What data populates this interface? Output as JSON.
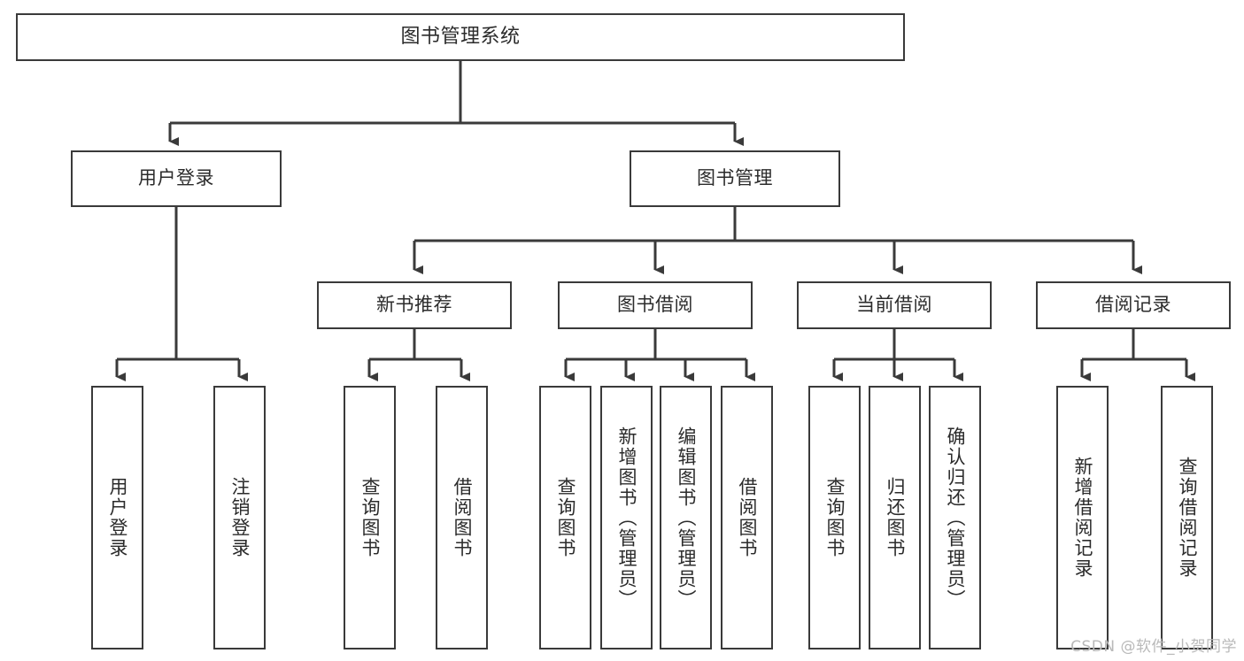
{
  "diagram": {
    "type": "tree-hierarchy",
    "title": "图书管理系统",
    "watermark": "CSDN @软件_小贺同学",
    "colors": {
      "stroke": "#3a3a3a",
      "fill": "#ffffff",
      "text": "#2b2b2b",
      "watermark": "#b9b9b9"
    },
    "root": {
      "label": "图书管理系统"
    },
    "level2": [
      {
        "label": "用户登录"
      },
      {
        "label": "图书管理"
      }
    ],
    "level3": [
      {
        "label": "新书推荐"
      },
      {
        "label": "图书借阅"
      },
      {
        "label": "当前借阅"
      },
      {
        "label": "借阅记录"
      }
    ],
    "leaves": {
      "user_login": [
        {
          "label": "用户登录"
        },
        {
          "label": "注销登录"
        }
      ],
      "new_book_recommend": [
        {
          "label": "查询图书"
        },
        {
          "label": "借阅图书"
        }
      ],
      "book_borrow": [
        {
          "label": "查询图书"
        },
        {
          "label": "新增图书（管理员）"
        },
        {
          "label": "编辑图书（管理员）"
        },
        {
          "label": "借阅图书"
        }
      ],
      "current_borrow": [
        {
          "label": "查询图书"
        },
        {
          "label": "归还图书"
        },
        {
          "label": "确认归还（管理员）"
        }
      ],
      "borrow_record": [
        {
          "label": "新增借阅记录"
        },
        {
          "label": "查询借阅记录"
        }
      ]
    }
  }
}
